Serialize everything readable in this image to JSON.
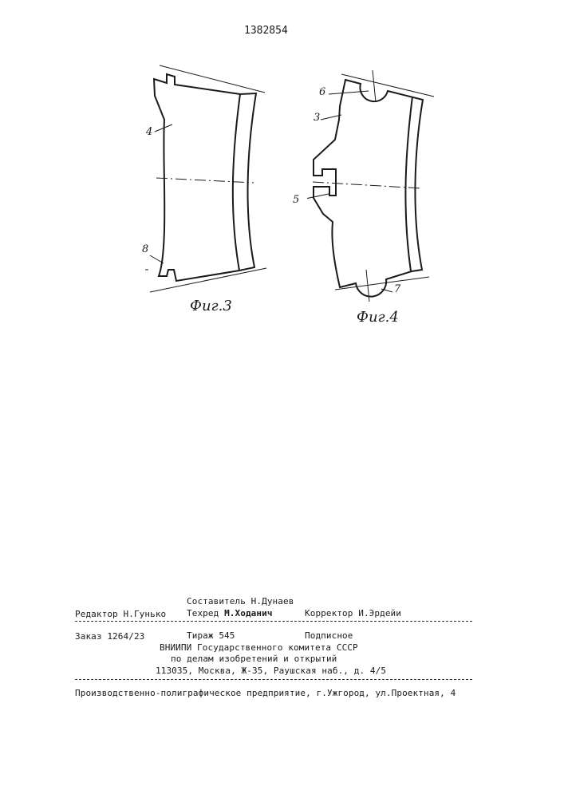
{
  "page_number": "1382854",
  "figures": [
    {
      "caption": "Фиг.3",
      "callouts": [
        "4",
        "8"
      ]
    },
    {
      "caption": "Фиг.4",
      "callouts": [
        "6",
        "3",
        "5",
        "7"
      ]
    }
  ],
  "imprint": {
    "compiler": "Составитель Н.Дунаев",
    "editor": "Редактор Н.Гунько",
    "techred_prefix": "Техред ",
    "techred_name": "М.Ходанич",
    "corrector": "Корректор И.Эрдейи",
    "order": "Заказ 1264/23",
    "circulation": "Тираж 545",
    "subscription": "Подписное",
    "institute_line1": "ВНИИПИ Государственного комитета СССР",
    "institute_line2": "по делам изобретений и открытий",
    "institute_line3": "113035, Москва, Ж-35, Раушская наб., д. 4/5",
    "printer": "Производственно-полиграфическое предприятие, г.Ужгород, ул.Проектная, 4"
  }
}
